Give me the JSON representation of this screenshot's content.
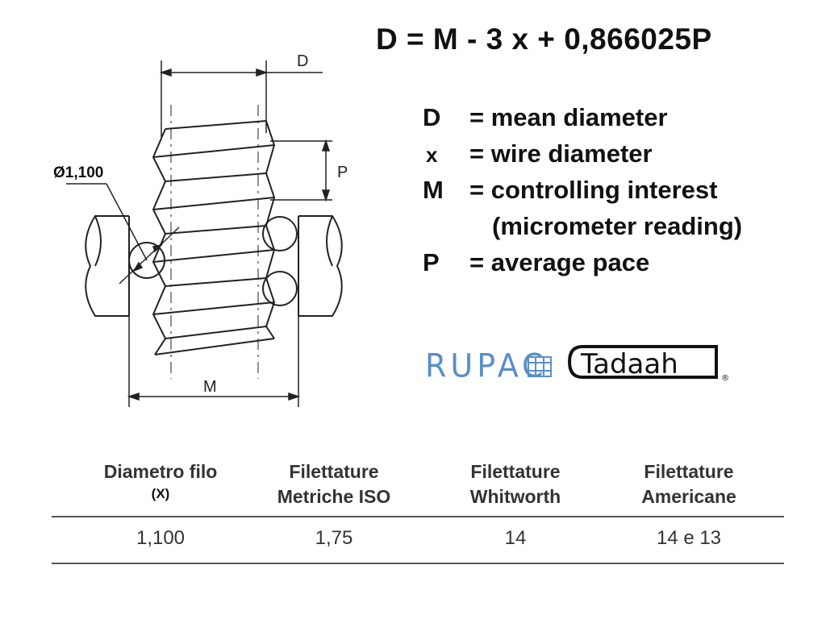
{
  "formula": "D = M - 3 x + 0,866025P",
  "legend": [
    {
      "symbol": "D",
      "definition": "= mean diameter"
    },
    {
      "symbol": "x",
      "definition": "= wire diameter"
    },
    {
      "symbol": "M",
      "definition": "= controlling interest"
    },
    {
      "symbol": "",
      "definition": "(micrometer reading)"
    },
    {
      "symbol": "P",
      "definition": "= average pace"
    }
  ],
  "diagram": {
    "label_d": "D",
    "label_p": "P",
    "label_m": "M",
    "wire_label": "Ø1,100"
  },
  "logos": {
    "rupac": "RUPAC",
    "tadaah": "Tadaah",
    "registered": "®"
  },
  "table": {
    "headers": [
      {
        "line1": "Diametro filo",
        "line2": "(X)"
      },
      {
        "line1": "Filettature",
        "line2": "Metriche ISO"
      },
      {
        "line1": "Filettature",
        "line2": "Whitworth"
      },
      {
        "line1": "Filettature",
        "line2": "Americane"
      }
    ],
    "row": [
      "1,100",
      "1,75",
      "14",
      "14 e 13"
    ]
  },
  "colors": {
    "rupac_blue": "#5a8fc8",
    "line": "#222222"
  }
}
